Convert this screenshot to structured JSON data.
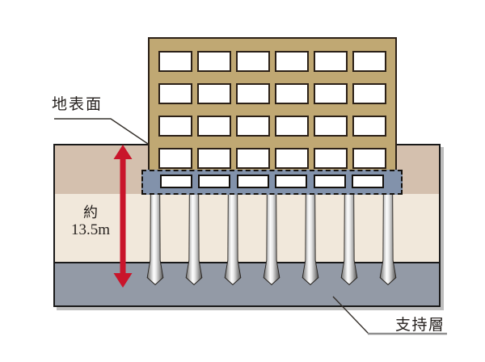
{
  "diagram": {
    "labels": {
      "ground_surface": "地表面",
      "depth_approx": "約",
      "depth_value": "13.5m",
      "bearing_stratum": "支持層"
    },
    "building": {
      "window_rows": 4,
      "window_cols": 6
    },
    "foundation": {
      "opening_count": 6
    },
    "piles": {
      "count": 7
    },
    "colors": {
      "building": "#c0a873",
      "building_outline": "#2b2017",
      "foundation": "#8292ab",
      "surface_layer": "#d4c0ae",
      "middle_layer": "#f1e8db",
      "bearing_layer": "#939aa6",
      "arrow": "#c9152b",
      "leader_line": "#35302b",
      "underline_gray": "#8f8f8f"
    }
  }
}
